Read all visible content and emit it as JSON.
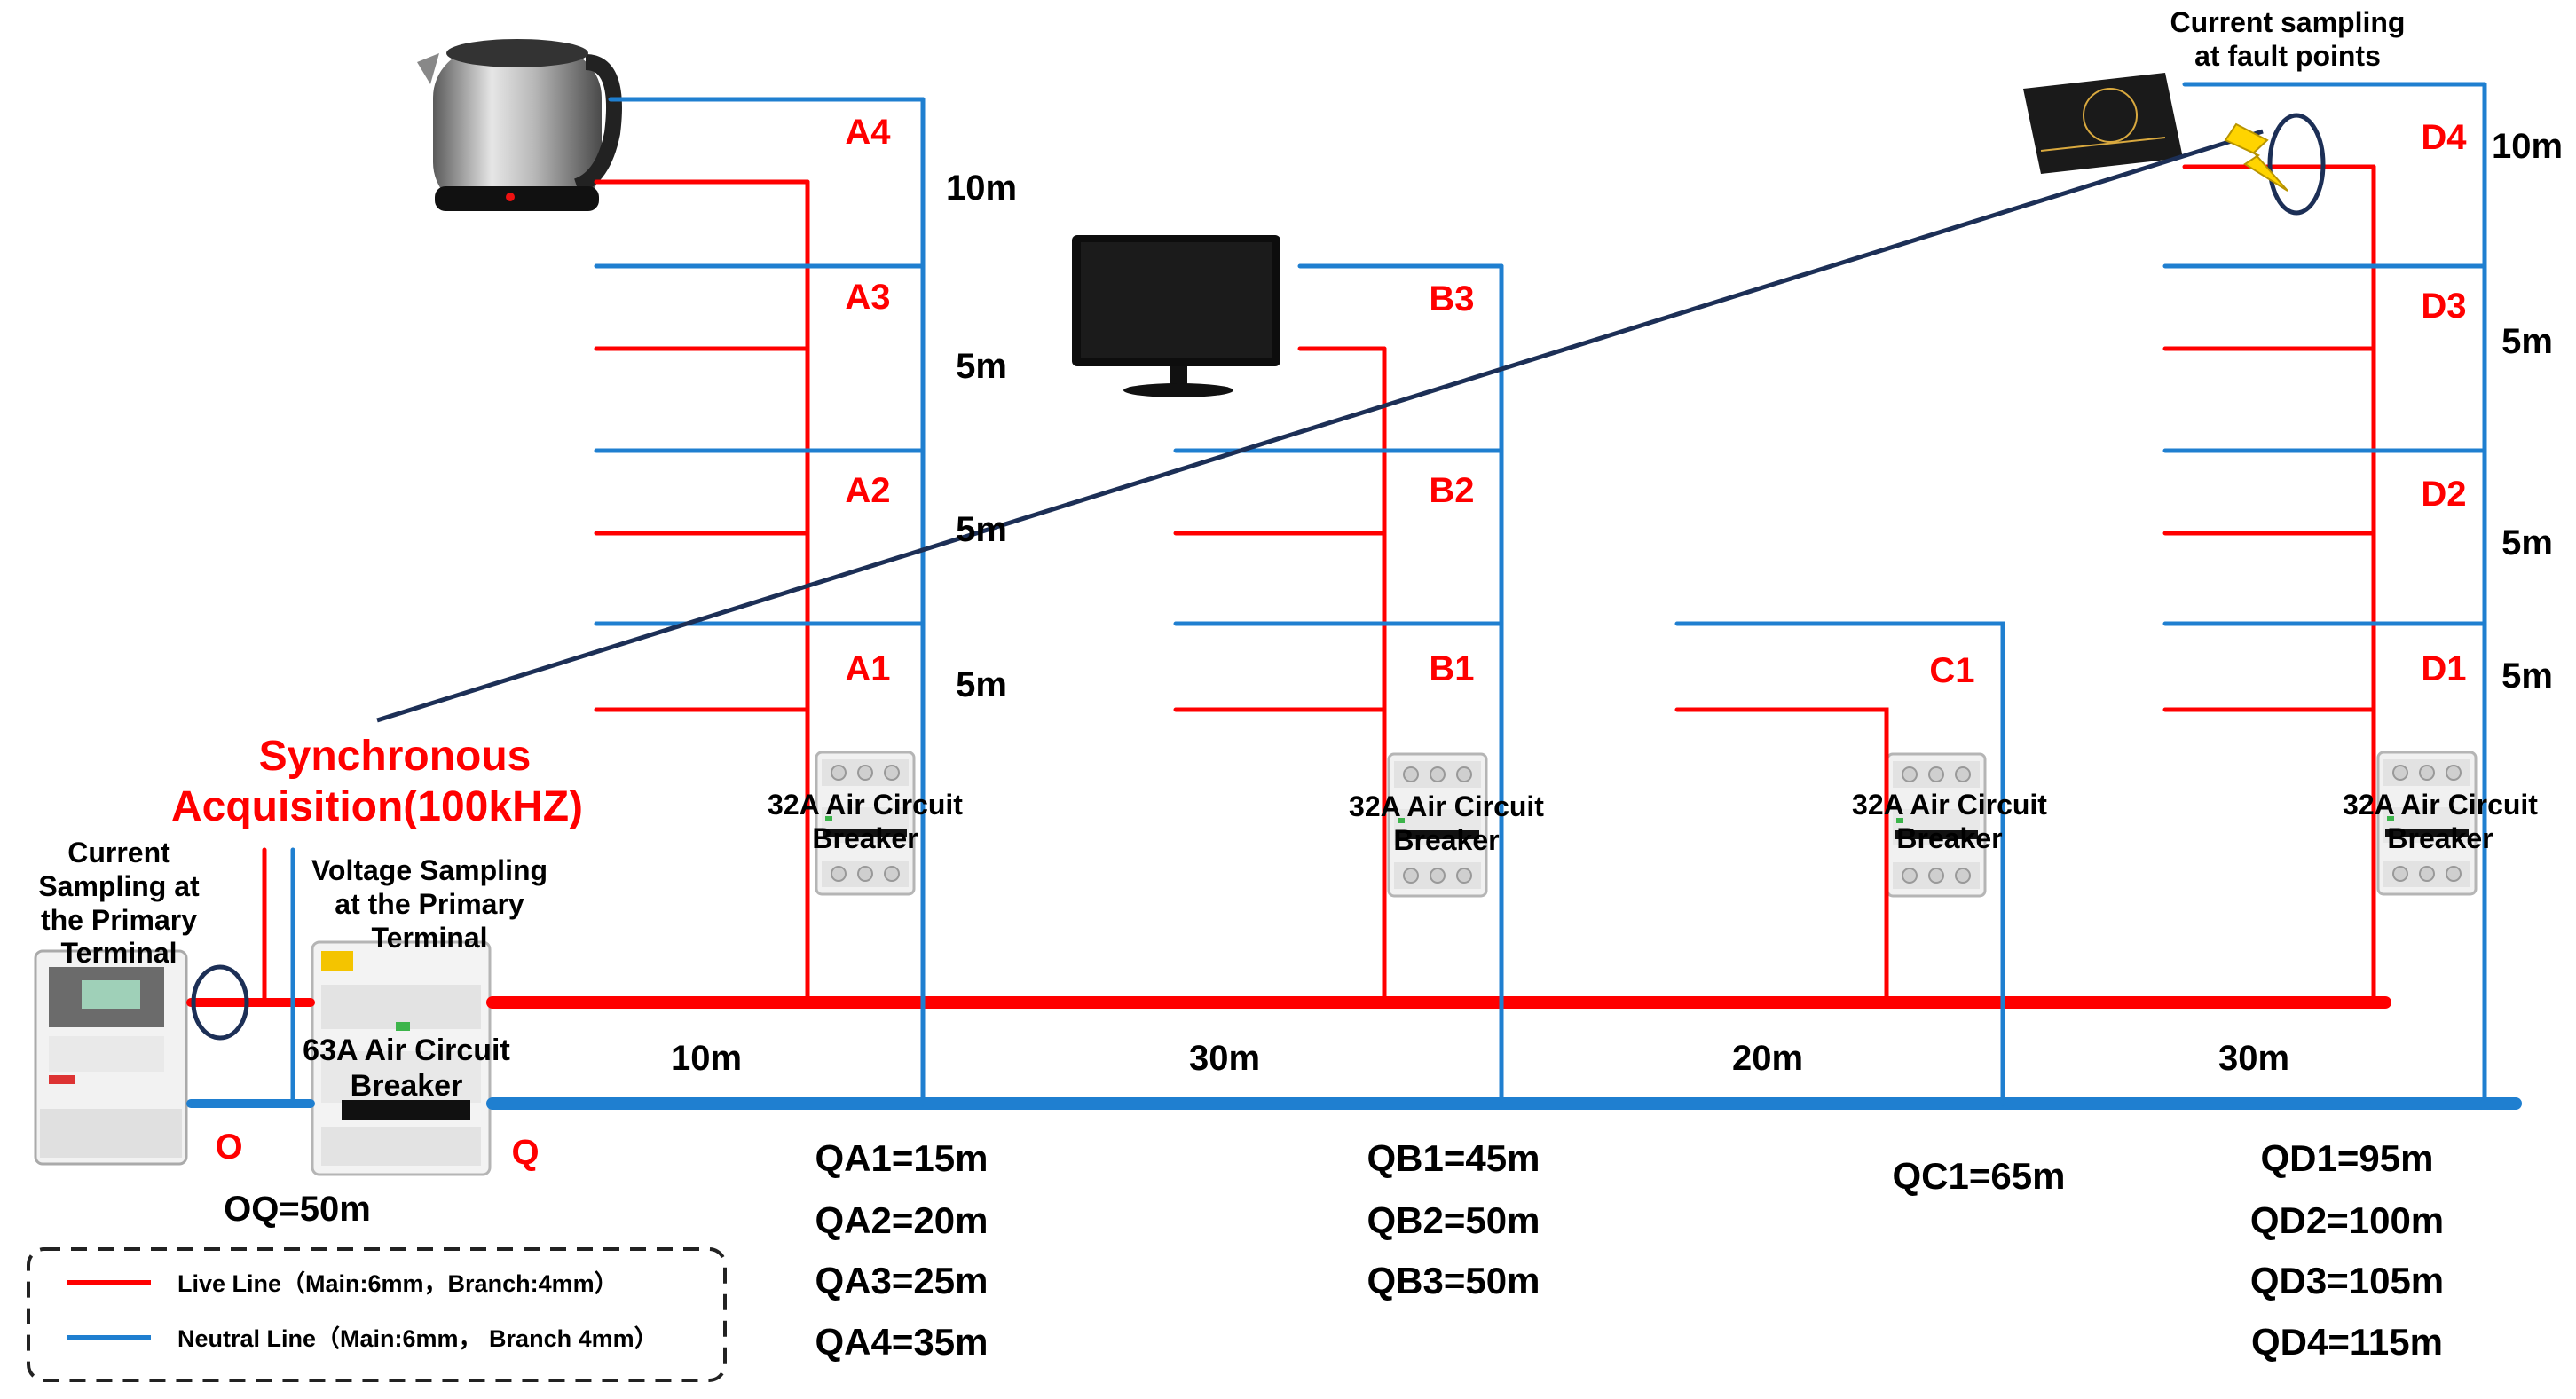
{
  "colors": {
    "live": "#ff0000",
    "neutral": "#1f7fd0",
    "probe": "#1c2f56",
    "label_red": "#ff0000",
    "label_black": "#000000",
    "bolt": "#ffd400"
  },
  "title": {
    "line1": "Synchronous",
    "line2": "Acquisition(100kHZ)"
  },
  "fault": {
    "line1": "Current sampling",
    "line2": "at fault points"
  },
  "primary_current": {
    "line1": "Current",
    "line2": "Sampling at",
    "line3": "the Primary",
    "line4": "Terminal"
  },
  "primary_voltage": {
    "line1": "Voltage Sampling",
    "line2": "at the Primary",
    "line3": "Terminal"
  },
  "main_breaker": {
    "line1": "63A Air Circuit",
    "line2": "Breaker"
  },
  "branch_breaker": {
    "line1": "32A Air Circuit",
    "line2": "Breaker"
  },
  "points": {
    "o": "O",
    "q": "Q",
    "oq": "OQ=50m"
  },
  "main_segments": [
    "10m",
    "30m",
    "20m",
    "30m"
  ],
  "branch_a": {
    "labels": [
      "A1",
      "A2",
      "A3",
      "A4"
    ],
    "spacing": [
      "5m",
      "5m",
      "5m",
      "10m"
    ]
  },
  "branch_b": {
    "labels": [
      "B1",
      "B2",
      "B3"
    ]
  },
  "branch_c": {
    "labels": [
      "C1"
    ]
  },
  "branch_d": {
    "labels": [
      "D1",
      "D2",
      "D3",
      "D4"
    ],
    "spacing": [
      "5m",
      "5m",
      "5m",
      "10m"
    ]
  },
  "distances": {
    "a": [
      "QA1=15m",
      "QA2=20m",
      "QA3=25m",
      "QA4=35m"
    ],
    "b": [
      "QB1=45m",
      "QB2=50m",
      "QB3=50m"
    ],
    "c": [
      "QC1=65m"
    ],
    "d": [
      "QD1=95m",
      "QD2=100m",
      "QD3=105m",
      "QD4=115m"
    ]
  },
  "legend": {
    "live": "Live Line（Main:6mm，Branch:4mm）",
    "neutral": "Neutral Line（Main:6mm，  Branch 4mm）"
  }
}
